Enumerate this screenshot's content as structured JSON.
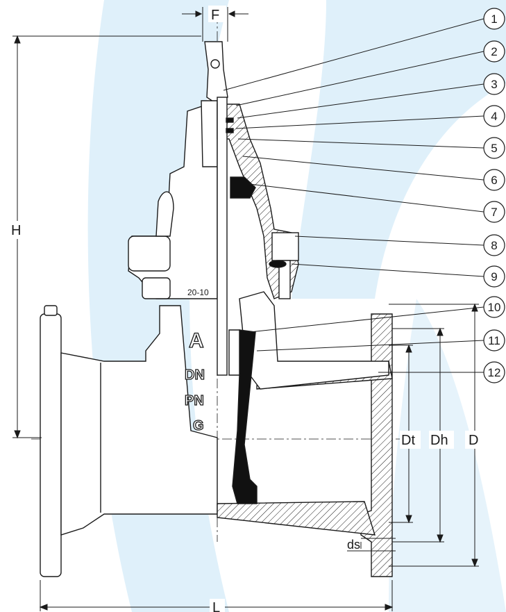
{
  "dimensions": {
    "F": "F",
    "H": "H",
    "L": "L",
    "D": "D",
    "Dh": "Dh",
    "Dt": "Dt",
    "ds": "ds"
  },
  "body_markings": {
    "casting_code": "20-10",
    "logo_letter": "A",
    "dn": "DN",
    "pn": "PN",
    "g": "G"
  },
  "callouts": [
    "1",
    "2",
    "3",
    "4",
    "5",
    "6",
    "7",
    "8",
    "9",
    "10",
    "11",
    "12"
  ],
  "colors": {
    "background": "#ffffff",
    "swoosh": "#dff0fa",
    "swoosh_dark": "#c6e3f5",
    "line": "#1a1a1a",
    "rubber": "#111111"
  }
}
